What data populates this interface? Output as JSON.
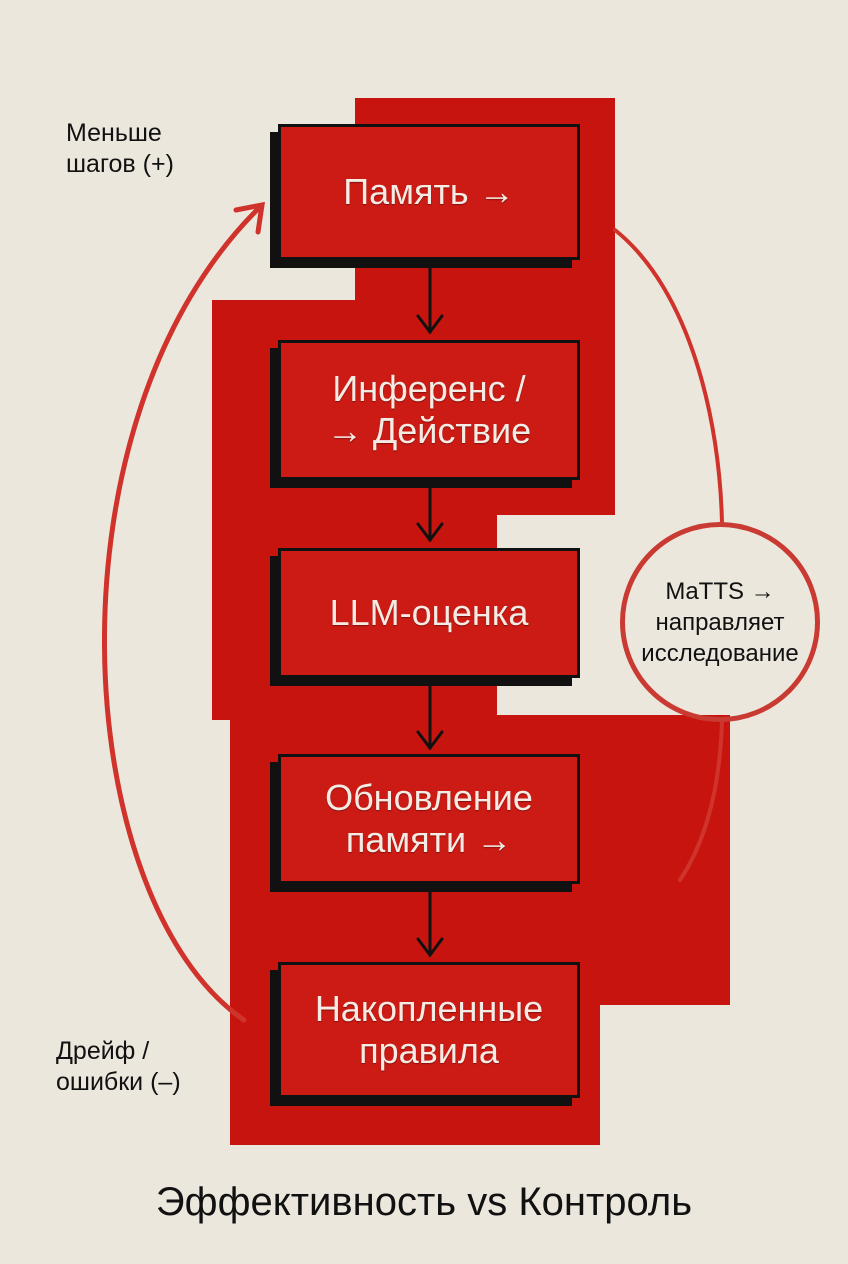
{
  "diagram": {
    "title": "Эффективность vs Контроль",
    "nodes": [
      {
        "id": "memory",
        "lines": [
          "Память →"
        ]
      },
      {
        "id": "inference",
        "lines": [
          "Инференс /",
          "→ Действие"
        ]
      },
      {
        "id": "llm_eval",
        "lines": [
          "LLM-оценка"
        ]
      },
      {
        "id": "memory_update",
        "lines": [
          "Обновление",
          "памяти →"
        ]
      },
      {
        "id": "accumulated_rules",
        "lines": [
          "Накопленные",
          "правила"
        ]
      }
    ],
    "left_labels": {
      "top": [
        "Меньше",
        "шагов (+)"
      ],
      "bottom": [
        "Дрейф /",
        "ошибки (–)"
      ]
    },
    "side_note": [
      "MaTTS →",
      "направляет",
      "исследование"
    ],
    "colors": {
      "background": "#ece7dd",
      "paint_red": "#c8140f",
      "box_red": "#cc1a14",
      "outline": "#111111",
      "loop_arrow": "#d0332c",
      "box_text": "#f4ece4"
    }
  }
}
